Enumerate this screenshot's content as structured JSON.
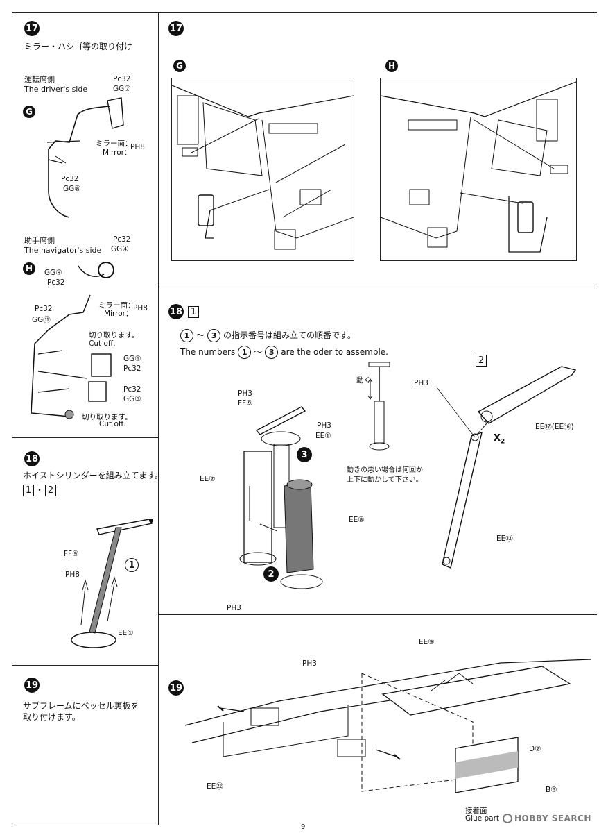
{
  "left": {
    "s17": {
      "num": "17",
      "title": "ミラー・ハシゴ等の取り付け",
      "driver": {
        "jp": "運転席側",
        "en": "The driver's side",
        "letter": "G",
        "parts": [
          "Pc32",
          "GG⑦",
          "ミラー面：",
          "Mirror：",
          "PH8",
          "Pc32",
          "GG⑧"
        ]
      },
      "navigator": {
        "jp": "助手席側",
        "en": "The navigator's side",
        "letter": "H",
        "parts": [
          "Pc32",
          "GG④",
          "GG⑨",
          "Pc32",
          "ミラー面：",
          "Mirror：",
          "PH8",
          "Pc32",
          "GG⑪",
          "切り取ります。",
          "Cut off.",
          "GG⑥",
          "Pc32",
          "Pc32",
          "GG⑤",
          "切り取ります。",
          "Cut off."
        ]
      }
    },
    "s18": {
      "num": "18",
      "title": "ホイストシリンダーを組み立てます。",
      "boxes": [
        "1",
        "2"
      ],
      "sep": "・",
      "parts": [
        "FF⑨",
        "PH8",
        "EE①"
      ],
      "step": "1"
    },
    "s19": {
      "num": "19",
      "title_l1": "サブフレームにベッセル裏板を",
      "title_l2": "取り付けます。"
    }
  },
  "right": {
    "s17": {
      "num": "17",
      "panel_g": "G",
      "panel_h": "H"
    },
    "s18": {
      "num": "18",
      "box": "1",
      "order_jp": "の指示番号は組み立ての順番です。",
      "order_en_prefix": "The numbers",
      "order_en_suffix": "are the oder to assemble.",
      "range_from": "1",
      "range_to": "3",
      "tilde": "～",
      "move_label": "動く",
      "note_l1": "動きの悪い場合は何回か",
      "note_l2": "上下に動かして下さい。",
      "parts": [
        "PH3",
        "FF⑨",
        "PH3",
        "EE①",
        "EE⑦",
        "EE⑧",
        "PH3"
      ],
      "steps": [
        "3",
        "2"
      ],
      "box2": "2",
      "box2_parts": [
        "PH3",
        "EE⑰(EE⑯)",
        "EE⑫"
      ],
      "x_label": "X",
      "x_sub": "2"
    },
    "s19": {
      "num": "19",
      "parts": [
        "EE⑨",
        "PH3",
        "EE㉒",
        "D②",
        "B③",
        "接着面",
        "Glue part"
      ]
    }
  },
  "footer": {
    "page": "9",
    "watermark": "HOBBY SEARCH"
  }
}
